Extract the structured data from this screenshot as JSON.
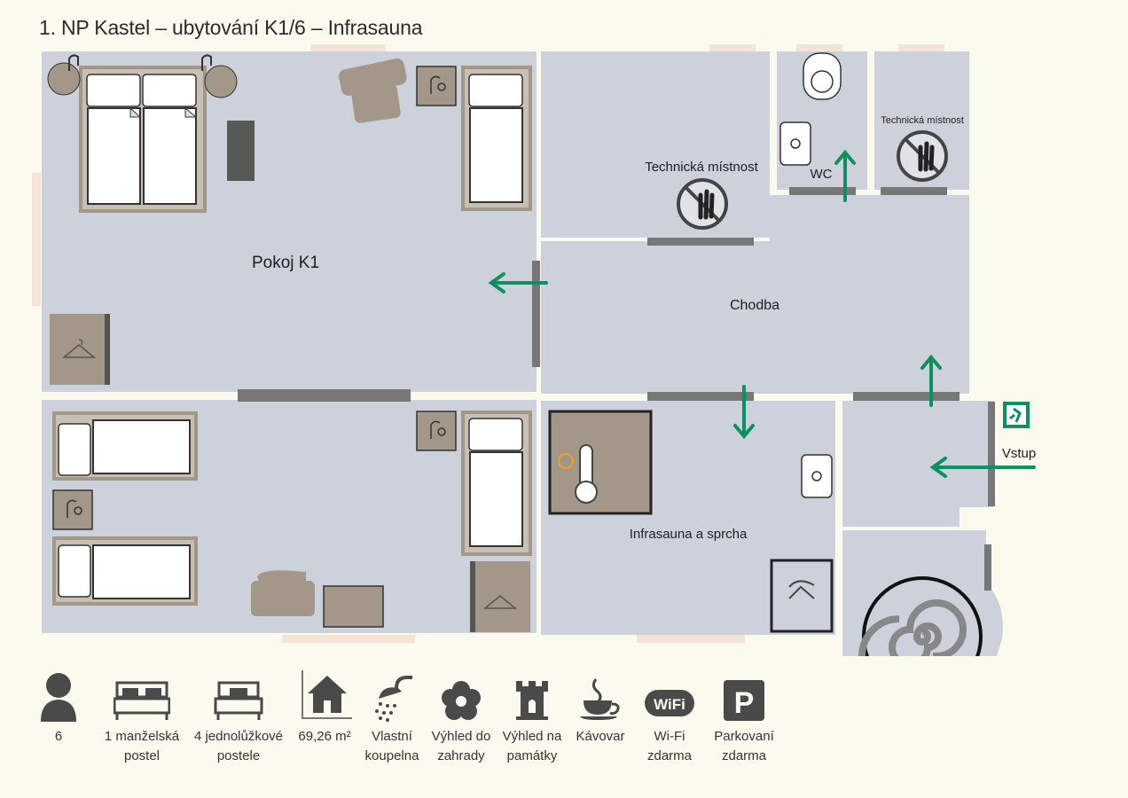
{
  "title": "1. NP Kastel – ubytování K1/6 – Infrasauna",
  "rooms": {
    "pokoj": "Pokoj K1",
    "technicka1": "Technická místnost",
    "technicka2": "Technická místnost",
    "wc": "WC",
    "chodba": "Chodba",
    "infrasauna": "Infrasauna a sprcha",
    "vstup": "Vstup"
  },
  "amenities": [
    {
      "icon": "person-icon",
      "line1": "6",
      "line2": ""
    },
    {
      "icon": "double-bed-icon",
      "line1": "1 manželská",
      "line2": "postel"
    },
    {
      "icon": "single-bed-icon",
      "line1": "4 jednolůžkové",
      "line2": "postele"
    },
    {
      "icon": "house-area-icon",
      "line1": "69,26 m²",
      "line2": ""
    },
    {
      "icon": "shower-icon",
      "line1": "Vlastní",
      "line2": "koupelna"
    },
    {
      "icon": "flower-icon",
      "line1": "Výhled do",
      "line2": "zahrady"
    },
    {
      "icon": "castle-tower-icon",
      "line1": "Výhled na",
      "line2": "památky"
    },
    {
      "icon": "coffee-cup-icon",
      "line1": "Kávovar",
      "line2": ""
    },
    {
      "icon": "wifi-icon",
      "line1": "Wi-Fi",
      "line2": "zdarma"
    },
    {
      "icon": "parking-icon",
      "line1": "Parkovaní",
      "line2": "zdarma"
    }
  ],
  "icon_labels": {
    "wifi": "WiFi",
    "parking": "P"
  },
  "colors": {
    "background": "#fbfaee",
    "floor": "#cdd1dc",
    "furniture": "#a3978a",
    "wall_door": "#777777",
    "arrow": "#0f8f5f",
    "icon": "#4a4a4a"
  }
}
